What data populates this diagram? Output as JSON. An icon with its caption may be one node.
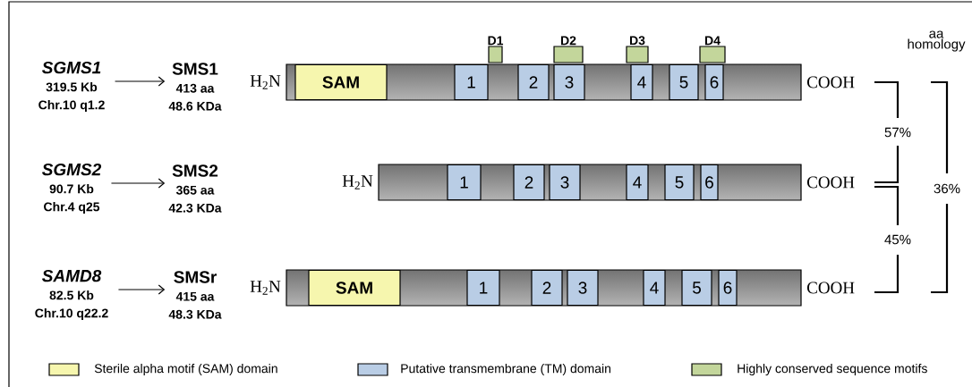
{
  "diagram": {
    "nodes": [
      {
        "text": [
          "SGMS1",
          "319.5 Kb",
          "Chr.10 q1.2"
        ]
      },
      {
        "text": [
          "SMS1",
          "413 aa",
          "48.6 KDa"
        ]
      },
      {
        "text": [],
        "shape": "bar",
        "beside": [
          "H$_{2}$N",
          "COOH"
        ]
      },
      {
        "text": [
          "SAM"
        ],
        "in": 2
      },
      {
        "text": [
          "1"
        ],
        "in": 2
      },
      {
        "text": [
          "2"
        ],
        "in": 2
      },
      {
        "text": [
          "3"
        ],
        "in": 2
      },
      {
        "text": [
          "4"
        ],
        "in": 2
      },
      {
        "text": [
          "5"
        ],
        "in": 2
      },
      {
        "text": [
          "6"
        ],
        "in": 2
      },
      {
        "text": [
          "D1"
        ]
      },
      {
        "text": [
          "D2"
        ]
      },
      {
        "text": [
          "D3"
        ]
      },
      {
        "text": [
          "D4"
        ]
      },
      {
        "text": [
          "SGMS2",
          "90.7 Kb",
          "Chr.4 q25"
        ]
      },
      {
        "text": [
          "SMS2",
          "365 aa",
          "42.3 KDa"
        ]
      },
      {
        "text": [],
        "shape": "bar",
        "beside": [
          "H$_{2}$N",
          "COOH"
        ]
      },
      {
        "text": [
          "1"
        ],
        "in": 16
      },
      {
        "text": [
          "2"
        ],
        "in": 16
      },
      {
        "text": [
          "3"
        ],
        "in": 16
      },
      {
        "text": [
          "4"
        ],
        "in": 16
      },
      {
        "text": [
          "5"
        ],
        "in": 16
      },
      {
        "text": [
          "6"
        ],
        "in": 16
      },
      {
        "text": [
          "SAMD8",
          "82.5 Kb",
          "Chr.10 q22.2"
        ]
      },
      {
        "text": [
          "SMSr",
          "415 aa",
          "48.3 KDa"
        ]
      },
      {
        "text": [],
        "shape": "bar",
        "beside": [
          "H$_{2}$N",
          "COOH"
        ]
      },
      {
        "text": [
          "SAM"
        ],
        "in": 25
      },
      {
        "text": [
          "1"
        ],
        "in": 25
      },
      {
        "text": [
          "2"
        ],
        "in": 25
      },
      {
        "text": [
          "3"
        ],
        "in": 25
      },
      {
        "text": [
          "4"
        ],
        "in": 25
      },
      {
        "text": [
          "5"
        ],
        "in": 25
      },
      {
        "text": [
          "6"
        ],
        "in": 25
      }
    ],
    "edges": [
      {
        "from": 0,
        "to": 1,
        "arrow": "to"
      },
      {
        "from": 14,
        "to": 15,
        "arrow": "to"
      },
      {
        "from": 23,
        "to": 24,
        "arrow": "to"
      }
    ],
    "labels": [
      "aa homology",
      "57%",
      "45%",
      "36%"
    ],
    "legend": [
      {
        "text": "Sterile alpha motif (SAM) domain",
        "color": "#f6f6ae"
      },
      {
        "text": "Putative transmembrane (TM) domain",
        "color": "#b9cde5"
      },
      {
        "text": "Highly conserved sequence motifs",
        "color": "#c3d69b"
      }
    ]
  }
}
